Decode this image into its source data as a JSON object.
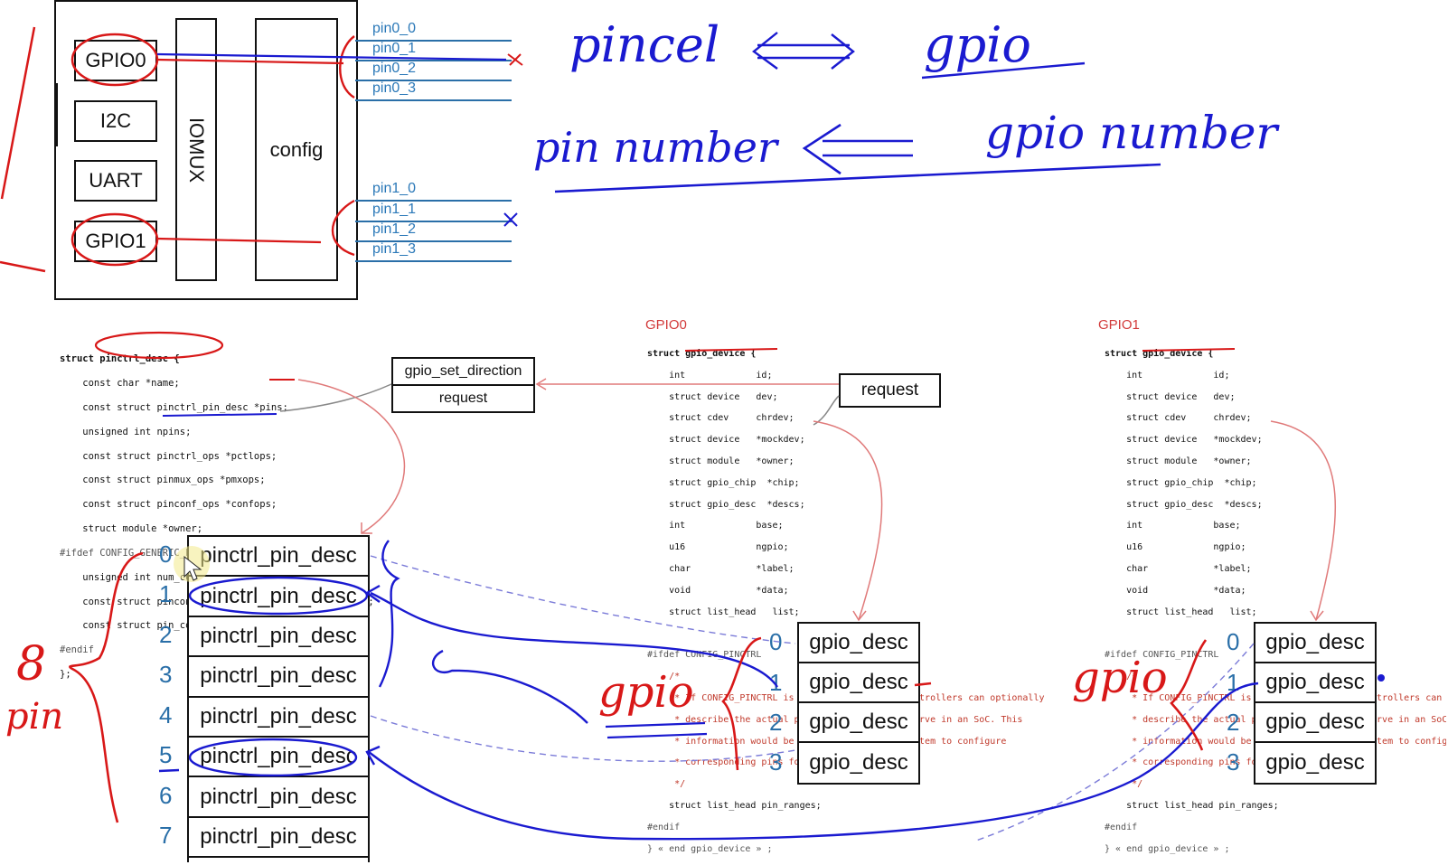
{
  "soc": {
    "controllers": [
      "GPIO0",
      "I2C",
      "UART",
      "GPIO1"
    ],
    "iomux": "IOMUX",
    "config": "config",
    "pins_group0": [
      "pin0_0",
      "pin0_1",
      "pin0_2",
      "pin0_3"
    ],
    "pins_group1": [
      "pin1_0",
      "pin1_1",
      "pin1_2",
      "pin1_3"
    ]
  },
  "handwriting": {
    "line1_left": "pincel",
    "line1_right": "gpio",
    "line2_left": "pin number",
    "line2_right": "gpio number",
    "count_label": "8",
    "pin_label": "pin",
    "gpio0_label": "gpio",
    "gpio1_label": "gpio"
  },
  "pinctrl_desc": {
    "lines": [
      "struct pinctrl_desc {",
      "    const char *name;",
      "    const struct pinctrl_pin_desc *pins;",
      "    unsigned int npins;",
      "    const struct pinctrl_ops *pctlops;",
      "    const struct pinmux_ops *pmxops;",
      "    const struct pinconf_ops *confops;",
      "    struct module *owner;",
      "#ifdef CONFIG_GENERIC_PINCONF",
      "    unsigned int num_custom_params;",
      "    const struct pinconf_generic_params *custom_params;",
      "    const struct pin_config_item *custom_conf_items;",
      "#endif",
      "};"
    ]
  },
  "ops_box": {
    "top": "gpio_set_direction",
    "bottom": "request"
  },
  "request_box": "request",
  "gpio0_title": "GPIO0",
  "gpio1_title": "GPIO1",
  "gpio_device": {
    "lines": [
      "struct gpio_device {",
      "    int             id;",
      "    struct device   dev;",
      "    struct cdev     chrdev;",
      "    struct device   *mockdev;",
      "    struct module   *owner;",
      "    struct gpio_chip  *chip;",
      "    struct gpio_desc  *descs;",
      "    int             base;",
      "    u16             ngpio;",
      "    char            *label;",
      "    void            *data;",
      "    struct list_head   list;",
      "",
      "#ifdef CONFIG_PINCTRL",
      "    /*",
      "     * If CONFIG_PINCTRL is enabled, then gpio controllers can optionally",
      "     * describe the actual pin range which they serve in an SoC. This",
      "     * information would be used by pinctrl subsystem to configure",
      "     * corresponding pins for gpio usage.",
      "     */",
      "    struct list_head pin_ranges;",
      "#endif",
      "} « end gpio_device » ;"
    ]
  },
  "pin_table": {
    "indices": [
      "0",
      "1",
      "2",
      "3",
      "4",
      "5",
      "6",
      "7"
    ],
    "rows": [
      "pinctrl_pin_desc",
      "pinctrl_pin_desc",
      "pinctrl_pin_desc",
      "pinctrl_pin_desc",
      "pinctrl_pin_desc",
      "pinctrl_pin_desc",
      "pinctrl_pin_desc",
      "pinctrl_pin_desc"
    ]
  },
  "gpio0_table": {
    "indices": [
      "0",
      "1",
      "2",
      "3"
    ],
    "rows": [
      "gpio_desc",
      "gpio_desc",
      "gpio_desc",
      "gpio_desc"
    ]
  },
  "gpio1_table": {
    "indices": [
      "0",
      "1",
      "2",
      "3"
    ],
    "rows": [
      "gpio_desc",
      "gpio_desc",
      "gpio_desc",
      "gpio_desc"
    ]
  },
  "colors": {
    "ink_blue": "#1a1ad0",
    "ink_red": "#d81818",
    "link_blue": "#2a6fa8",
    "arrow_pink": "#e07a7a"
  }
}
